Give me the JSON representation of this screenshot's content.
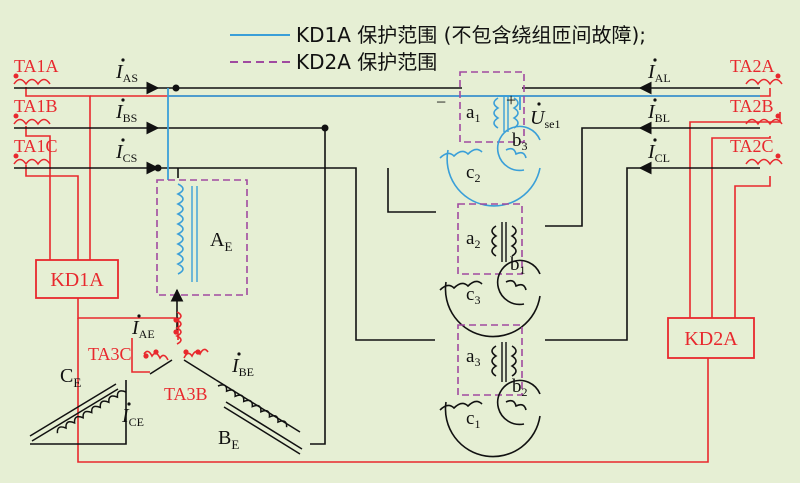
{
  "legend": {
    "kd1a_label": "KD1A 保护范围 (不包含绕组匝间故障);",
    "kd2a_label": "KD2A 保护范围"
  },
  "ct_labels": {
    "ta1a": "TA1A",
    "ta1b": "TA1B",
    "ta1c": "TA1C",
    "ta2a": "TA2A",
    "ta2b": "TA2B",
    "ta2c": "TA2C",
    "ta3b": "TA3B",
    "ta3c": "TA3C"
  },
  "relays": {
    "kd1a": "KD1A",
    "kd2a": "KD2A"
  },
  "currents": {
    "as": {
      "dot": "I",
      "sub": "AS"
    },
    "bs": {
      "dot": "I",
      "sub": "BS"
    },
    "cs": {
      "dot": "I",
      "sub": "CS"
    },
    "al": {
      "dot": "I",
      "sub": "AL"
    },
    "bl": {
      "dot": "I",
      "sub": "BL"
    },
    "cl": {
      "dot": "I",
      "sub": "CL"
    },
    "ae": {
      "dot": "I",
      "sub": "AE"
    },
    "be": {
      "dot": "I",
      "sub": "BE"
    },
    "ce": {
      "dot": "I",
      "sub": "CE"
    }
  },
  "windings": {
    "ae": {
      "main": "A",
      "sub": "E"
    },
    "be": {
      "main": "B",
      "sub": "E"
    },
    "ce": {
      "main": "C",
      "sub": "E"
    }
  },
  "unit_labels": {
    "a1": {
      "main": "a",
      "sub": "1"
    },
    "b3": {
      "main": "b",
      "sub": "3"
    },
    "c2": {
      "main": "c",
      "sub": "2"
    },
    "a2": {
      "main": "a",
      "sub": "2"
    },
    "b1": {
      "main": "b",
      "sub": "1"
    },
    "c3": {
      "main": "c",
      "sub": "3"
    },
    "a3": {
      "main": "a",
      "sub": "3"
    },
    "b2": {
      "main": "b",
      "sub": "2"
    },
    "c1": {
      "main": "c",
      "sub": "1"
    }
  },
  "voltage": {
    "main": "U",
    "sub": "se1",
    "minus": "−",
    "plus": "+"
  },
  "colors": {
    "background": "#e6efd4",
    "kd1a_line": "#3a9fd8",
    "kd2a_dashed": "#a04aa0",
    "red": "#e8282d",
    "black": "#111111"
  }
}
